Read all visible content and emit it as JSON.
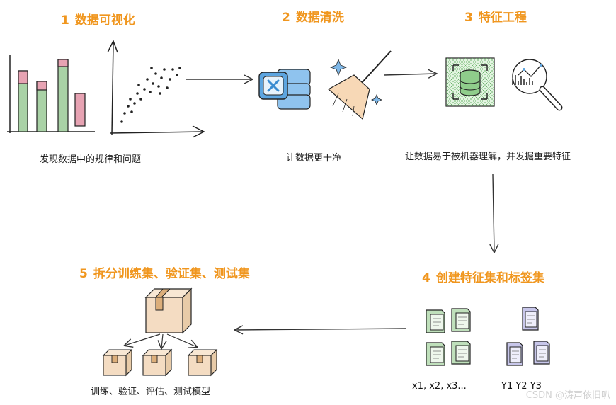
{
  "steps": [
    {
      "num": "1",
      "title": "数据可视化",
      "desc": "发现数据中的规律和问题"
    },
    {
      "num": "2",
      "title": "数据清洗",
      "desc": "让数据更干净"
    },
    {
      "num": "3",
      "title": "特征工程",
      "desc": "让数据易于被机器理解，并发掘重要特征"
    },
    {
      "num": "4",
      "title": "创建特征集和标签集",
      "desc": ""
    },
    {
      "num": "5",
      "title": "拆分训练集、验证集、测试集",
      "desc": "训练、验证、评估、测试模型"
    }
  ],
  "feature_label": "x1, x2, x3...",
  "label_label": "Y1 Y2 Y3",
  "watermark": "CSDN @涛声依旧叭",
  "colors": {
    "accent": "#f0961e",
    "bar_red": "#e7a3b3",
    "bar_green": "#a9d2a6",
    "cube_blue": "#7fb8e8",
    "doc_green": "#bfe0bb",
    "doc_purple": "#c7c6ea",
    "box": "#f4dcc2",
    "tape": "#dcae7a"
  },
  "icons": [
    "bar-chart-icon",
    "scatter-plot-icon",
    "database-delete-icon",
    "broom-icon",
    "database-feature-icon",
    "magnify-chart-icon",
    "documents-icon",
    "box-icon"
  ]
}
